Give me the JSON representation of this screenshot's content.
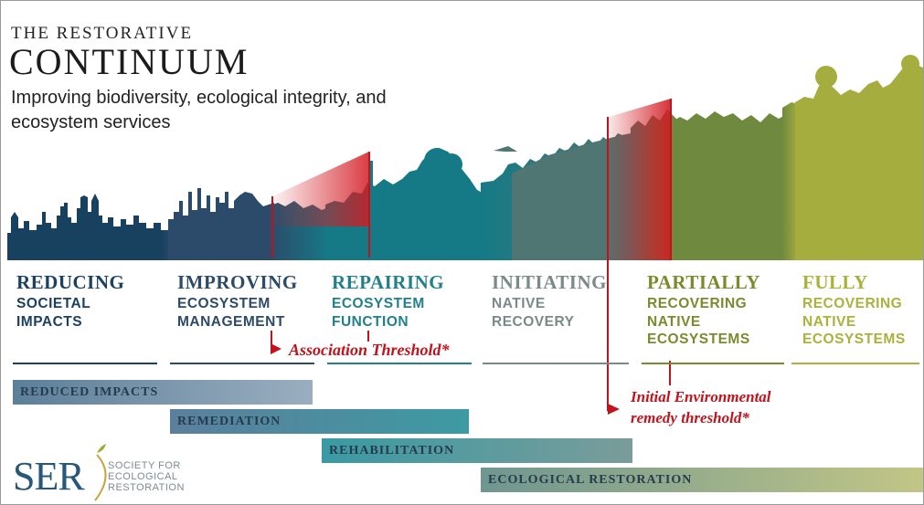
{
  "title_pre": "THE RESTORATIVE",
  "title_main": "CONTINUUM",
  "subtitle": "Improving biodiversity, ecological integrity, and ecosystem services",
  "stages": [
    {
      "heading": "REDUCING",
      "sub": "SOCIETAL\nIMPACTS",
      "color": "#1c4060"
    },
    {
      "heading": "IMPROVING",
      "sub": "ECOSYSTEM\nMANAGEMENT",
      "color": "#2d4a67"
    },
    {
      "heading": "REPAIRING",
      "sub": "ECOSYSTEM\nFUNCTION",
      "color": "#21808a"
    },
    {
      "heading": "INITIATING",
      "sub": "NATIVE\nRECOVERY",
      "color": "#7a8a88"
    },
    {
      "heading": "PARTIALLY",
      "sub": "RECOVERING\nNATIVE\nECOSYSTEMS",
      "color": "#7c8a2e"
    },
    {
      "heading": "FULLY",
      "sub": "RECOVERING\nNATIVE\nECOSYSTEMS",
      "color": "#aab23c"
    }
  ],
  "bars": [
    {
      "label": "REDUCED IMPACTS"
    },
    {
      "label": "REMEDIATION"
    },
    {
      "label": "REHABILITATION"
    },
    {
      "label": "ECOLOGICAL RESTORATION"
    }
  ],
  "thresholds": {
    "association": "Association Threshold*",
    "initial_line1": "Initial Environmental",
    "initial_line2": "remedy threshold*",
    "color": "#c3121b"
  },
  "logo": {
    "mark": "SER",
    "text": "SOCIETY FOR\nECOLOGICAL\nRESTORATION"
  },
  "palette": {
    "band1": "#18405f",
    "band2": "#2c4b6a",
    "band3": "#157a86",
    "band4": "#4f7672",
    "band5": "#6f8a3e",
    "band6": "#a6ad3f"
  }
}
